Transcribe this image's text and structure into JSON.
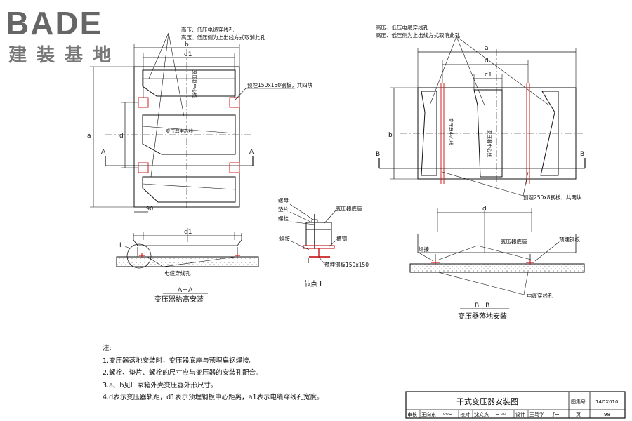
{
  "logo": {
    "letters": "BADE",
    "subtitle": "建装基地"
  },
  "left_plan": {
    "callout_line1": "高压、低压电缆穿线孔",
    "callout_line2": "高压、低压侧为上出线方式取消此孔",
    "dim_b": "b",
    "dim_d1": "d1",
    "dim_a": "a",
    "dim_d": "d",
    "plate_callout": "预埋150x150钢板，共四块",
    "center_line_vertical": "变压器中心线",
    "center_line_horizontal": "变压器中心线",
    "section_mark": "A",
    "dim_90": "90"
  },
  "right_plan": {
    "callout_line1": "高压、低压电缆穿线孔",
    "callout_line2": "高压、低压侧为上出线方式取消此孔",
    "dim_a": "a",
    "dim_d": "d",
    "dim_c1": "c1",
    "dim_b": "b",
    "center_line_left": "变压器中心线",
    "center_line_right": "变压器中心线",
    "section_mark": "B",
    "plate_callout": "预埋250x8钢板，共两块"
  },
  "section_a": {
    "dim_d1": "d1",
    "detail_mark": "I",
    "hole_label": "电缆穿线孔",
    "title_code": "A－A",
    "title": "变压器抬高安装"
  },
  "detail_1": {
    "nut": "螺母",
    "washer": "垫片",
    "bolt": "螺栓",
    "base": "变压器底座",
    "weld": "焊接",
    "channel": "槽钢",
    "plate": "预埋钢板150x150",
    "title": "节点 I"
  },
  "section_b": {
    "dim_d": "d",
    "base_label": "变压器底座",
    "weld_label": "焊接",
    "plate_label": "预埋钢板",
    "hole_label": "电缆穿线孔",
    "title_code": "B－B",
    "title": "变压器落地安装"
  },
  "notes": {
    "heading": "注:",
    "items": [
      "1.变压器落地安装时，变压器底座与预埋扁钢焊接。",
      "2.螺栓、垫片、螺栓的尺寸应与变压器的安装孔配合。",
      "3.a、b见厂家箱外壳变压器外形尺寸。",
      "4.d表示变压器轨距，d1表示预埋钢板中心距离，a1表示电缆穿线孔宽度。"
    ]
  },
  "title_block": {
    "title": "干式变压器安装图",
    "atlas_label": "图集号",
    "atlas_no": "14DX010",
    "review_label": "审核",
    "reviewer": "王向东",
    "check_label": "校对",
    "checker": "沈文杰",
    "design_label": "设计",
    "designer": "王笃学",
    "page_label": "页",
    "page_no": "98"
  },
  "colors": {
    "line": "#111111",
    "red_mark": "#cc2222",
    "logo_gray": "#6b6b6b"
  }
}
